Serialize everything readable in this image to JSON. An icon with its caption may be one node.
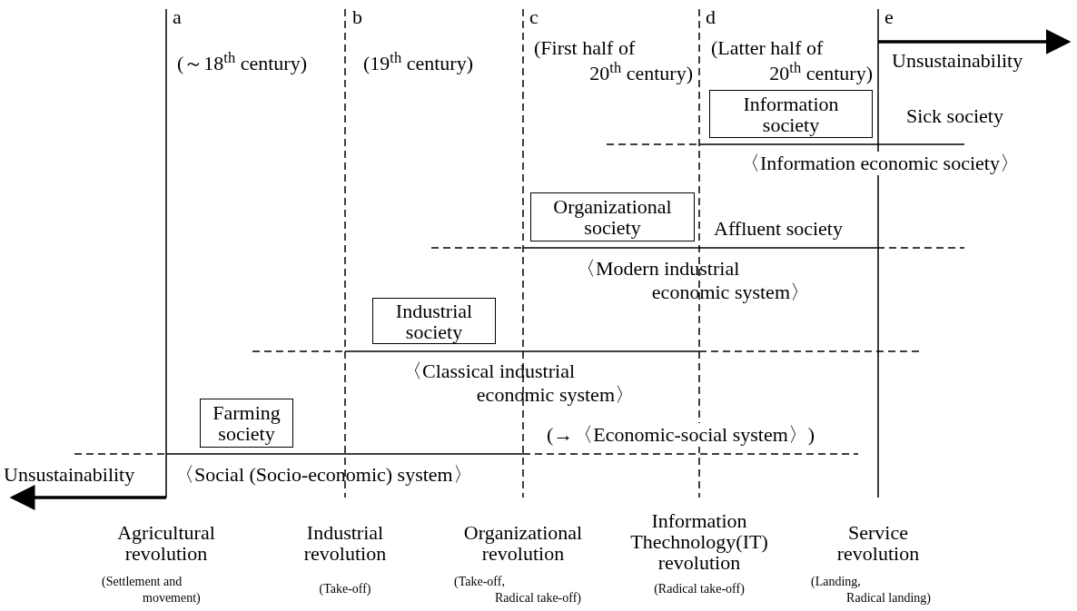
{
  "diagram": {
    "nodes": [
      {
        "text": [
          "Information society"
        ]
      },
      {
        "text": [
          "Organizational society"
        ]
      },
      {
        "text": [
          "Industrial society"
        ]
      },
      {
        "text": [
          "Farming society"
        ]
      }
    ],
    "labels": [
      "a",
      "b",
      "c",
      "d",
      "e",
      "(～18$^{th}$ century)",
      "(19$^{th}$ century)",
      "(First half of 20$^{th}$ century)",
      "(Latter half of 20$^{th}$ century)",
      "Unsustainability",
      "Sick society",
      "〈Information economic society〉",
      "Affluent society",
      "〈Modern industrial economic system〉",
      "〈Classical industrial economic system〉",
      "(→〈Economic-social system〉)",
      "Unsustainability",
      "〈Social (Socio-economic) system〉",
      "Agricultural revolution",
      "Industrial revolution",
      "Organizational revolution",
      "Information Thechnology(IT) revolution",
      "Service revolution",
      "(Settlement and movement)",
      "(Take-off)",
      "(Take-off, Radical take-off)",
      "(Radical take-off)",
      "(Landing, Radical landing)"
    ]
  }
}
